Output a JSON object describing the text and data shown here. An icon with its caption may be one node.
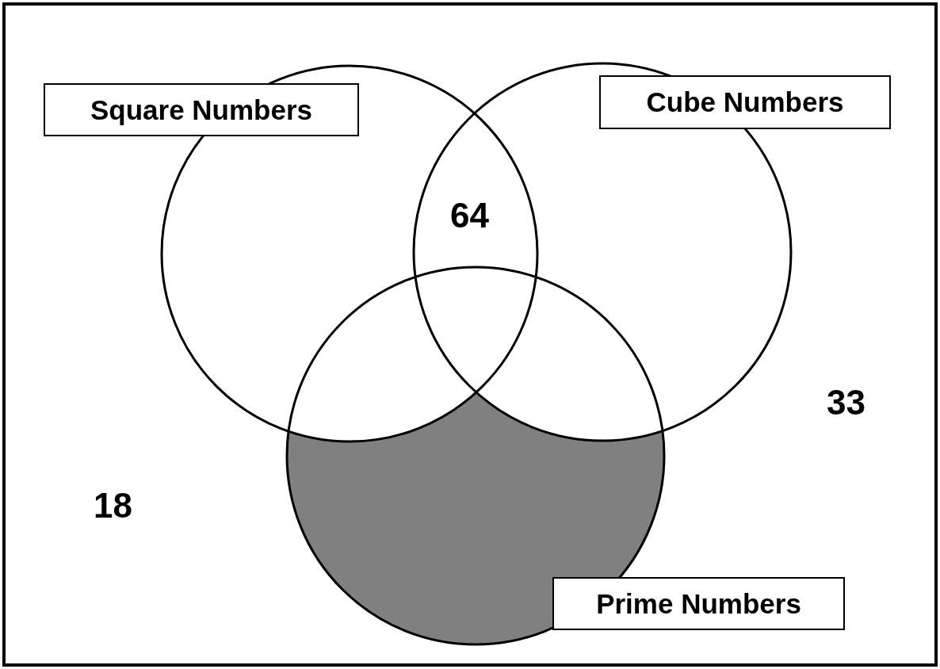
{
  "diagram": {
    "nodes": [
      {
        "text": [
          "Square Numbers"
        ]
      },
      {
        "text": [
          "Cube Numbers"
        ]
      },
      {
        "text": [
          "Prime Numbers"
        ]
      }
    ],
    "labels": [
      "64",
      "33",
      "18"
    ]
  }
}
